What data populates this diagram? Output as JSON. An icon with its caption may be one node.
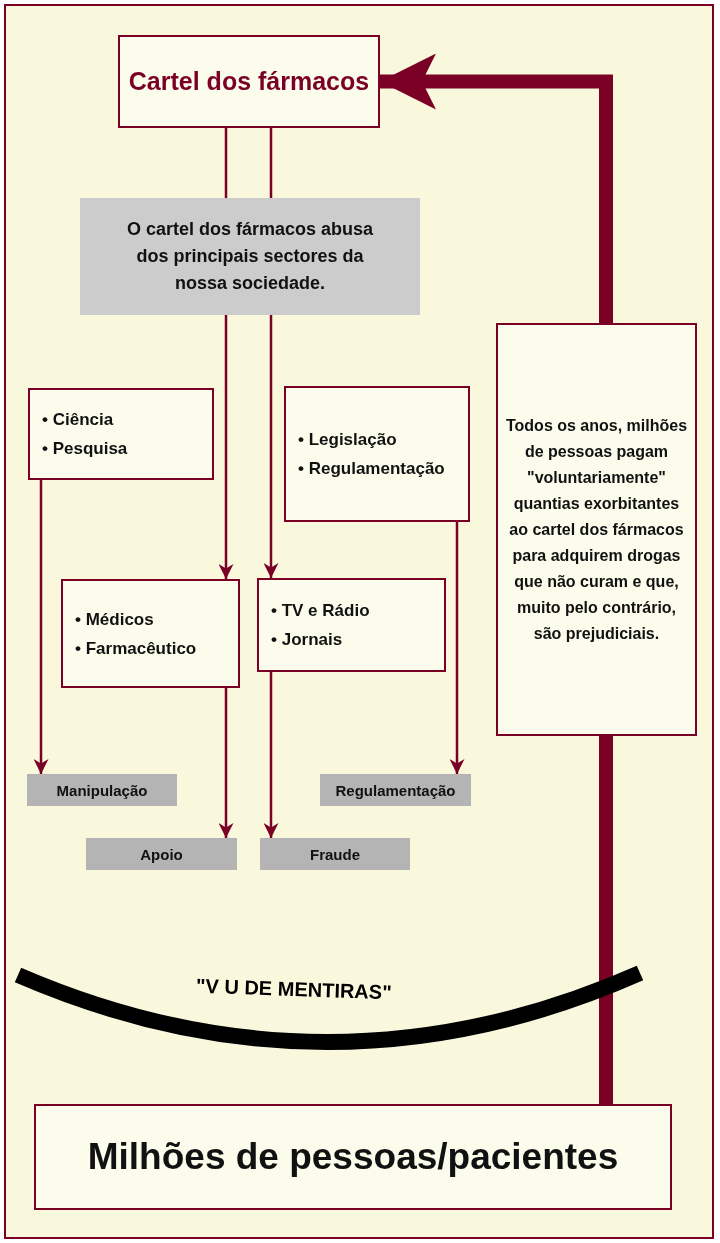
{
  "diagram": {
    "nodes": [
      {
        "text": [
          "Cartel dos fármacos"
        ]
      },
      {
        "text": [
          "O cartel dos fármacos abusa dos principais sectores da nossa sociedade."
        ]
      },
      {
        "text": [
          "• Ciência",
          "• Pesquisa"
        ]
      },
      {
        "text": [
          "• Legislação",
          "• Regulamentação"
        ]
      },
      {
        "text": [
          "Todos os anos, milhões de pessoas pagam \"voluntariamente\" quantias exorbitantes ao cartel dos fármacos para adquirem drogas que não curam e que, muito pelo contrário, são prejudiciais."
        ]
      },
      {
        "text": [
          "• Médicos",
          "• Farmacêutico"
        ]
      },
      {
        "text": [
          "• TV e Rádio",
          "• Jornais"
        ]
      },
      {
        "text": [
          "Manipulação"
        ]
      },
      {
        "text": [
          "Regulamentação"
        ]
      },
      {
        "text": [
          "Apoio"
        ]
      },
      {
        "text": [
          "Fraude"
        ]
      },
      {
        "text": [
          "Milhões de pessoas/pacientes"
        ]
      }
    ],
    "edges": [
      {
        "from": 0,
        "to": 1,
        "arrow": "none"
      },
      {
        "from": 0,
        "to": 1,
        "arrow": "none"
      },
      {
        "from": 1,
        "to": 5,
        "arrow": "to"
      },
      {
        "from": 1,
        "to": 6,
        "arrow": "to"
      },
      {
        "from": 2,
        "to": 7,
        "arrow": "to"
      },
      {
        "from": 3,
        "to": 8,
        "arrow": "to"
      },
      {
        "from": 5,
        "to": 9,
        "arrow": "to"
      },
      {
        "from": 6,
        "to": 10,
        "arrow": "to"
      },
      {
        "from": 11,
        "to": 4,
        "arrow": "none",
        "style": "thick"
      },
      {
        "from": 4,
        "to": 0,
        "arrow": "to",
        "style": "thick"
      }
    ],
    "labels": [
      "\"V U DE MENTIRAS\""
    ]
  }
}
